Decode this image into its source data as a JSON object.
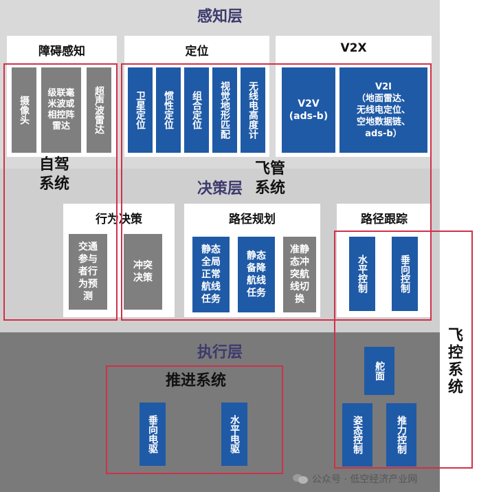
{
  "layers": {
    "perception": "感知层",
    "decision": "决策层",
    "execution": "执行层"
  },
  "perception": {
    "obstacle": {
      "title": "障碍感知",
      "items": [
        "摄像头",
        "级联毫米波或相控阵雷达",
        "超声波雷达"
      ]
    },
    "positioning": {
      "title": "定位",
      "items": [
        "卫星定位",
        "惯性定位",
        "组合定位",
        "视觉地形匹配",
        "无线电高度计"
      ]
    },
    "v2x": {
      "title": "V2X",
      "v2v": "V2V\n(ads-b)",
      "v2i": "V2I\n（地面雷达、\n无线电定位、\n空地数据链、\nads-b）"
    }
  },
  "decision": {
    "behavior": {
      "title": "行为决策",
      "items": [
        "交通参与者行为预测",
        "冲突决策"
      ]
    },
    "path_planning": {
      "title": "路径规划",
      "items": [
        "静态全局正常航线任务",
        "静态备降航线任务",
        "准静态冲突航线切换"
      ]
    },
    "path_tracking": {
      "title": "路径跟踪",
      "items": [
        "水平控制",
        "垂向控制"
      ]
    }
  },
  "execution": {
    "propulsion": {
      "title": "推进系统",
      "items": [
        "垂向电驱",
        "水平电驱"
      ]
    },
    "control_items": [
      "舵面",
      "姿态控制",
      "推力控制"
    ]
  },
  "overlays": {
    "autodrive": "自驾\n系统",
    "flight_mgmt": "飞管\n系统",
    "flight_ctrl": "飞控系统"
  },
  "watermark": "公众号 · 低空经济产业网",
  "colors": {
    "blue": "#1f5aa6",
    "gray": "#7f7f7f",
    "red": "#d0304a",
    "layer_title": "#3d3a6e"
  }
}
